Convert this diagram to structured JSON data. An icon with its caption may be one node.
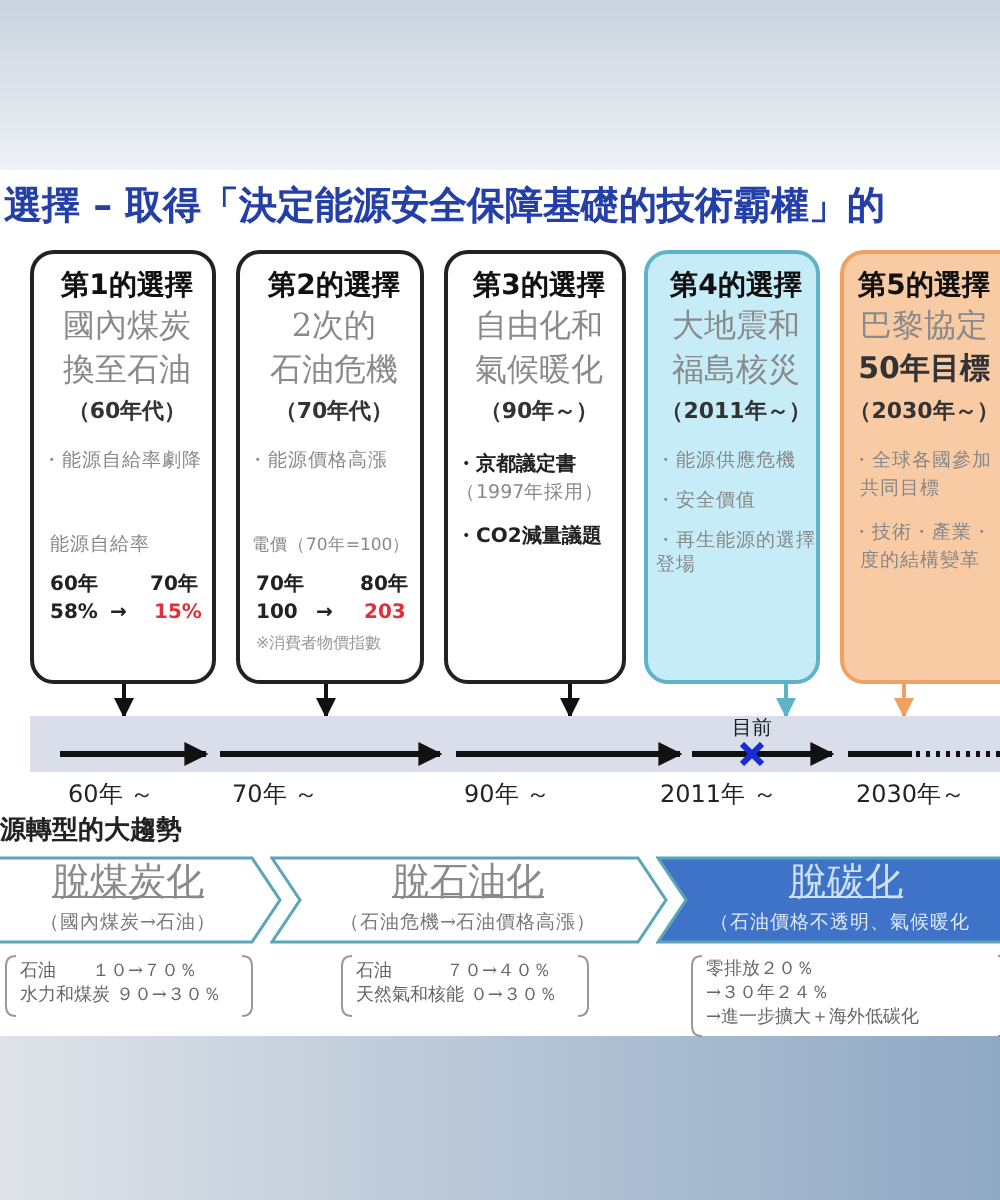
{
  "diagram": {
    "title": "選擇 – 取得「決定能源安全保障基礎的技術霸權」的",
    "nodes": [
      {
        "text": [
          "第1的選擇",
          "國內煤炭",
          "換至石油",
          "（60年代）",
          "・能源自給率劇降",
          "能源自給率",
          "60年",
          "70年",
          "58%",
          "→",
          "15%"
        ]
      },
      {
        "text": [
          "第2的選擇",
          "2次的",
          "石油危機",
          "（70年代）",
          "・能源價格高漲",
          "電價（70年=100）",
          "70年",
          "80年",
          "100",
          "→",
          "203",
          "※消費者物價指數"
        ]
      },
      {
        "text": [
          "第3的選擇",
          "自由化和",
          "氣候暖化",
          "（90年～）",
          "・京都議定書",
          "（1997年採用）",
          "・CO2減量議題"
        ]
      },
      {
        "text": [
          "第4的選擇",
          "大地震和",
          "福島核災",
          "（2011年～）",
          "・能源供應危機",
          "・安全價值",
          "・再生能源的選擇登場"
        ]
      },
      {
        "text": [
          "第5的選擇",
          "巴黎協定",
          "50年目標",
          "（2030年～）",
          "・全球各國參加",
          "共同目標",
          "・技術・產業・",
          "度的結構變革"
        ]
      },
      {
        "text": [
          "脫煤炭化",
          "（國內煤炭→石油）"
        ]
      },
      {
        "text": [
          "脫石油化",
          "（石油危機→石油價格高漲）"
        ]
      },
      {
        "text": [
          "脫碳化",
          "（石油價格不透明、氣候暖化"
        ]
      },
      {
        "text": [
          "石油　　１０→７０％",
          "水力和煤炭 ９０→３０％"
        ]
      },
      {
        "text": [
          "石油　　　７０→４０％",
          "天然氣和核能 ０→３０％"
        ]
      },
      {
        "text": [
          "零排放２０％",
          "→３０年２４％",
          "→進一步擴大＋海外低碳化"
        ]
      },
      {
        "text": [],
        "shape": "bar"
      }
    ],
    "edges": [
      {
        "from": 0,
        "to": 11,
        "arrow": "to"
      },
      {
        "from": 1,
        "to": 11,
        "arrow": "to"
      },
      {
        "from": 2,
        "to": 11,
        "arrow": "to"
      },
      {
        "from": 3,
        "to": 11,
        "arrow": "to",
        "color": "#5fb3c8"
      },
      {
        "from": 4,
        "to": 11,
        "arrow": "to",
        "color": "#f0a060"
      }
    ],
    "labels": [
      "目前",
      "60年 ～",
      "70年 ～",
      "90年 ～",
      "2011年 ～",
      "2030年～",
      "源轉型的大趨勢"
    ]
  }
}
